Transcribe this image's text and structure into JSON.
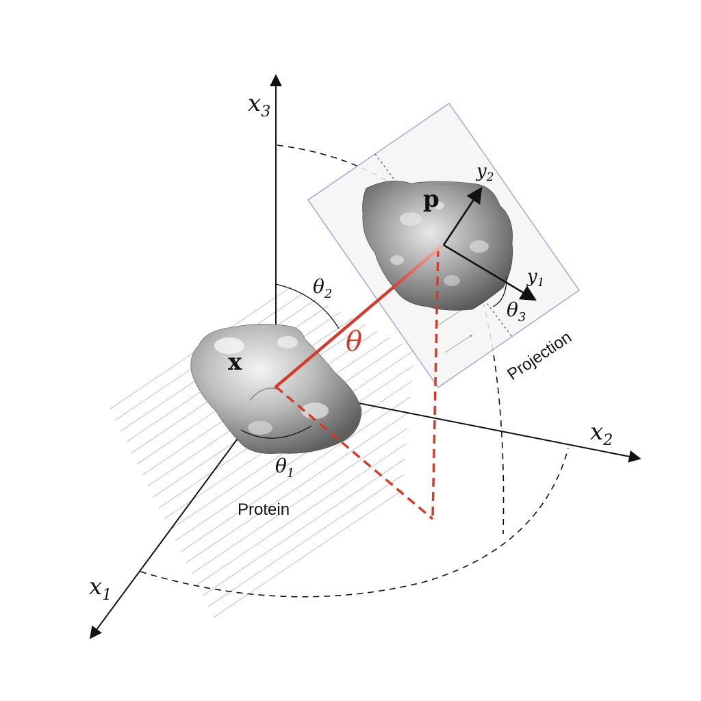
{
  "axes": {
    "x1": {
      "base": "x",
      "sub": "1"
    },
    "x2": {
      "base": "x",
      "sub": "2"
    },
    "x3": {
      "base": "x",
      "sub": "3"
    }
  },
  "plane_axes": {
    "y1": {
      "base": "y",
      "sub": "1"
    },
    "y2": {
      "base": "y",
      "sub": "2"
    }
  },
  "angles": {
    "theta": "θ",
    "theta1": {
      "base": "θ",
      "sub": "1"
    },
    "theta2": {
      "base": "θ",
      "sub": "2"
    },
    "theta3": {
      "base": "θ",
      "sub": "3"
    }
  },
  "vectors": {
    "x": "x",
    "p": "p"
  },
  "labels": {
    "protein": "Protein",
    "projection": "Projection"
  },
  "colors": {
    "accent": "#d23c2c",
    "plane_fill": "#f4f4f6",
    "plane_stroke": "#9aa6cf",
    "axis": "#111111"
  }
}
